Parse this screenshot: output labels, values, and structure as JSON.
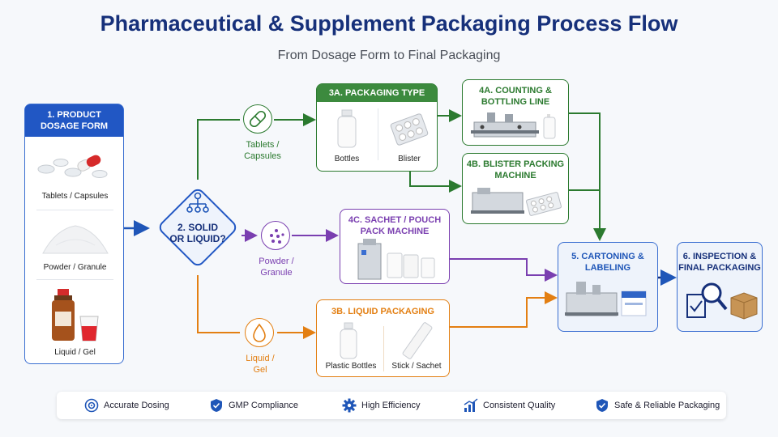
{
  "title": "Pharmaceutical & Supplement Packaging Process Flow",
  "subtitle": "From Dosage Form to Final Packaging",
  "step1": {
    "header": [
      "1. PRODUCT",
      "DOSAGE FORM"
    ],
    "items": [
      "Tablets / Capsules",
      "Powder / Granule",
      "Liquid / Gel"
    ]
  },
  "step2": {
    "label": [
      "2. SOLID",
      "OR LIQUID?"
    ]
  },
  "branches": {
    "tablets": [
      "Tablets /",
      "Capsules"
    ],
    "powder": [
      "Powder /",
      "Granule"
    ],
    "liquid": [
      "Liquid /",
      "Gel"
    ]
  },
  "step3a": {
    "header": "3A. PACKAGING TYPE",
    "items": [
      "Bottles",
      "Blister"
    ]
  },
  "step4a": {
    "header": [
      "4A. COUNTING &",
      "BOTTLING LINE"
    ]
  },
  "step4b": {
    "header": [
      "4B. BLISTER PACKING",
      "MACHINE"
    ]
  },
  "step4c": {
    "header": [
      "4C. SACHET / POUCH",
      "PACK MACHINE"
    ]
  },
  "step3b": {
    "header": "3B. LIQUID PACKAGING",
    "items": [
      "Plastic Bottles",
      "Stick / Sachet"
    ]
  },
  "step5": {
    "header": [
      "5. CARTONING &",
      "LABELING"
    ]
  },
  "step6": {
    "header": [
      "6. INSPECTION &",
      "FINAL PACKAGING"
    ]
  },
  "footer": {
    "items": [
      {
        "label": "Accurate Dosing",
        "icon": "target-icon"
      },
      {
        "label": "GMP Compliance",
        "icon": "shield-check-icon"
      },
      {
        "label": "High Efficiency",
        "icon": "gear-icon"
      },
      {
        "label": "Consistent Quality",
        "icon": "bar-chart-icon"
      },
      {
        "label": "Safe & Reliable Packaging",
        "icon": "shield-check-icon"
      }
    ]
  },
  "colors": {
    "blue": "#1f56b8",
    "navy": "#16307a",
    "green": "#2b7a2f",
    "purple": "#7a3fb0",
    "orange": "#e37f12"
  }
}
